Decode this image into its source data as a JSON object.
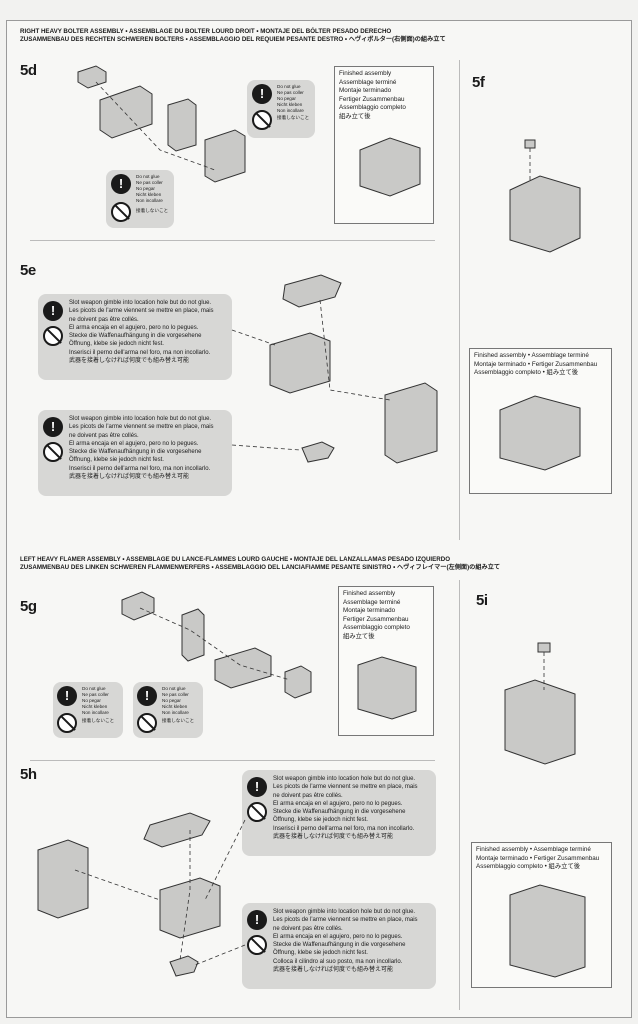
{
  "sections": {
    "right": {
      "title_1": "RIGHT HEAVY BOLTER ASSEMBLY • ASSEMBLAGE DU BOLTER LOURD DROIT • MONTAJE DEL BÓLTER PESADO DERECHO",
      "title_2": "ZUSAMMENBAU DES RECHTEN SCHWEREN BOLTERS • ASSEMBLAGGIO DEL REQUIEM PESANTE DESTRO • ヘヴィボルター(右側面)の組み立て"
    },
    "left": {
      "title_1": "LEFT HEAVY FLAMER ASSEMBLY • ASSEMBLAGE DU LANCE-FLAMMES LOURD GAUCHE • MONTAJE DEL LANZALLAMAS PESADO IZQUIERDO",
      "title_2": "ZUSAMMENBAU DES LINKEN SCHWEREN FLAMMENWERFERS • ASSEMBLAGGIO DEL LANCIAFIAMME PESANTE SINISTRO • ヘヴィフレイマー(左側面)の組み立て"
    }
  },
  "steps": {
    "s5d": "5d",
    "s5e": "5e",
    "s5f": "5f",
    "s5g": "5g",
    "s5h": "5h",
    "s5i": "5i"
  },
  "finished": {
    "l1": "Finished assembly",
    "l2": "Assemblage terminé",
    "l3": "Montaje terminado",
    "l4": "Fertiger Zusammenbau",
    "l5": "Assemblaggio completo",
    "l6": "組み立て後",
    "w1": "Finished assembly • Assemblage terminé",
    "w2": "Montaje terminado • Fertiger Zusammenbau",
    "w3": "Assemblaggio completo • 組み立て後"
  },
  "no_glue": {
    "en": "Do not glue",
    "fr": "Ne pas coller",
    "es": "No pegar",
    "de": "Nicht kleben",
    "it": "Non incollare",
    "ja": "接着しないこと"
  },
  "gimble": {
    "en": "Slot weapon gimble into location hole but do not glue.",
    "fr1": "Les picots de l'arme viennent se mettre en place, mais",
    "fr2": "ne doivent pas être collés.",
    "es": "El arma encaja en el agujero, pero no lo pegues.",
    "de1": "Stecke die Waffenaufhängung in die vorgesehene",
    "de2": "Öffnung, klebe sie jedoch nicht fest.",
    "it": "Inserisci il perno dell'arma nel foro, ma non incollarlo.",
    "it_alt": "Colloca il cilindro al suo posto, ma non incollarlo.",
    "ja": "武器を接着しなければ何度でも組み替え可能"
  },
  "colors": {
    "ink": "#1a1a1a",
    "panel": "#d7d7d5",
    "paper": "#f7f7f5"
  }
}
